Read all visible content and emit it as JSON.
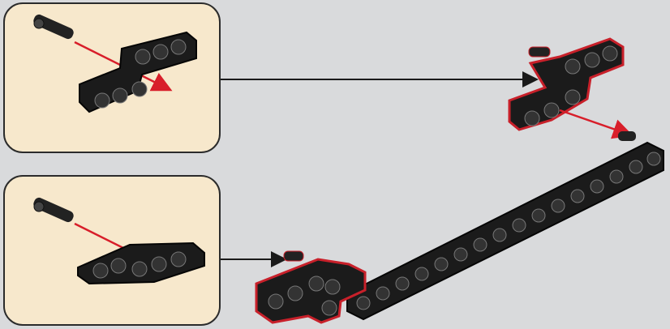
{
  "steps": [
    {
      "callout": "top",
      "parts": [
        "axle-pin",
        "beam-3x3-bent"
      ]
    },
    {
      "callout": "bottom",
      "parts": [
        "axle-pin",
        "double-beam"
      ]
    }
  ],
  "main_assembly": {
    "parts": [
      "t-beam",
      "long-beam",
      "bent-beam"
    ]
  },
  "colors": {
    "highlight": "#c8202a",
    "background": "#d9dadc",
    "callout_bg": "#f7e8cc",
    "part": "#1a1a1a"
  }
}
